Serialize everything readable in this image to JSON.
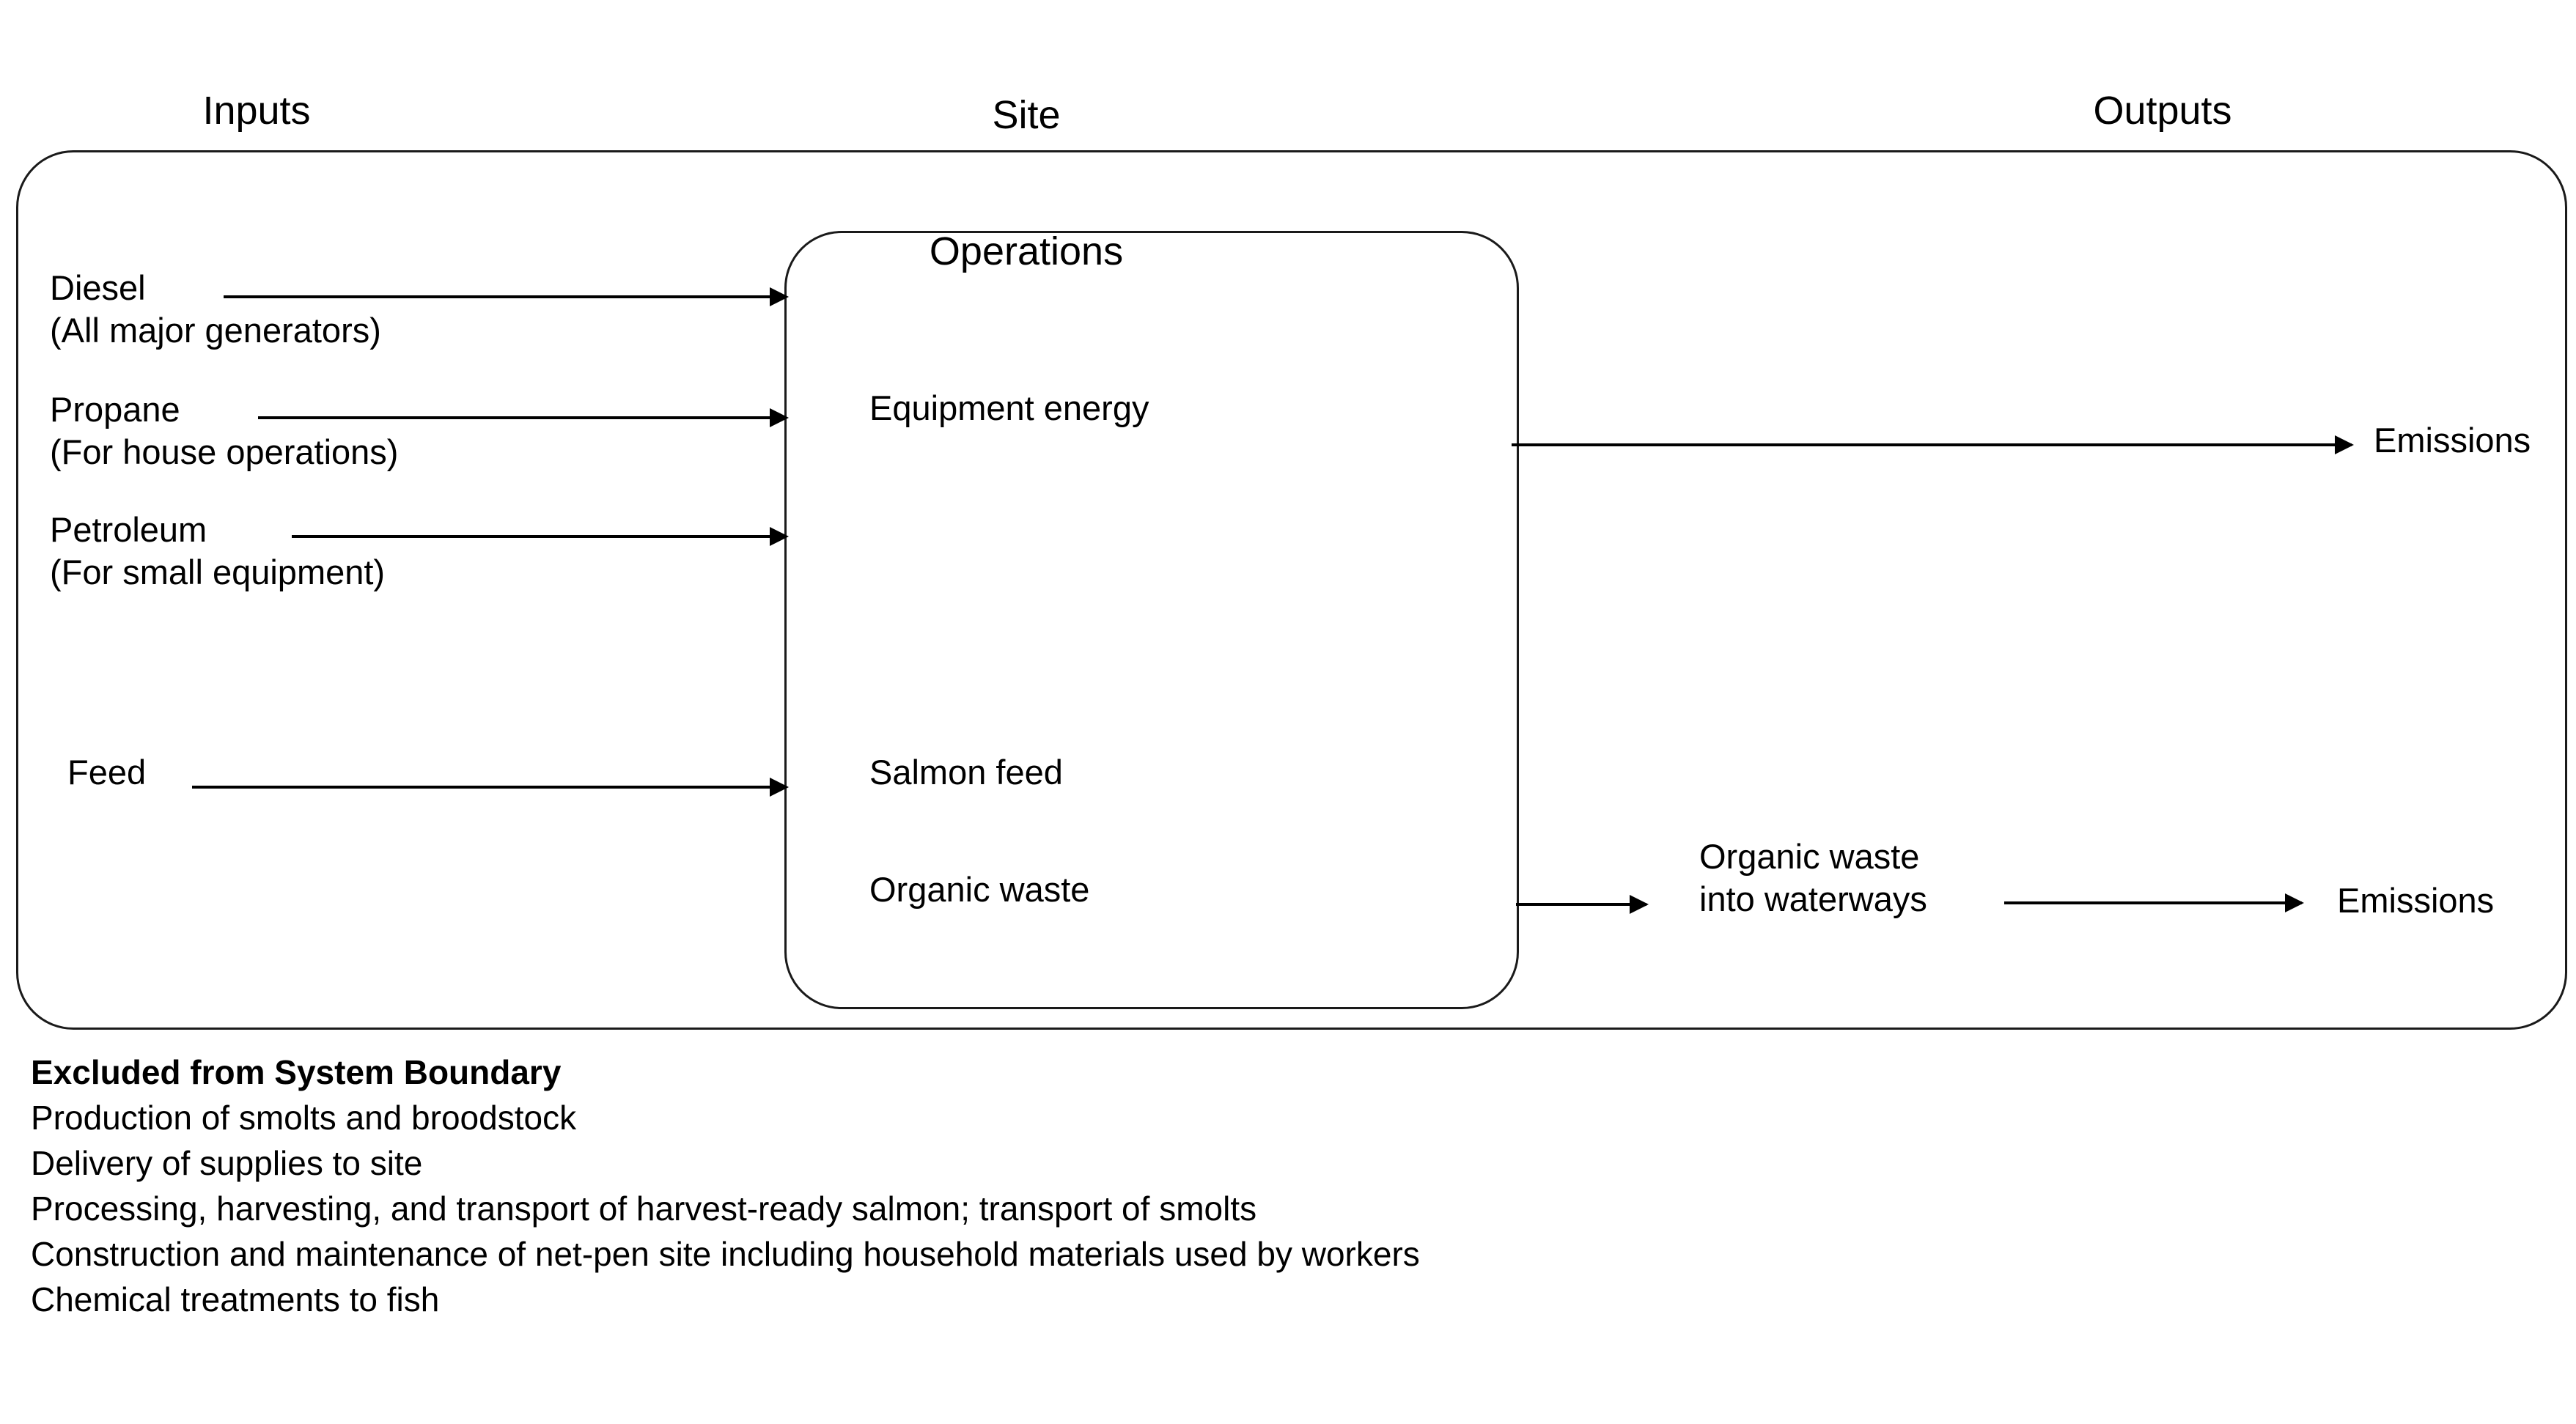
{
  "headers": {
    "inputs": "Inputs",
    "site_line1": "Site",
    "site_line2": "Operations",
    "outputs": "Outputs"
  },
  "inputs": {
    "diesel": "Diesel",
    "diesel_note": "(All major generators)",
    "propane": "Propane",
    "propane_note": "(For house operations)",
    "petroleum": "Petroleum",
    "petroleum_note": "(For small equipment)",
    "feed": "Feed"
  },
  "site_operations": {
    "equipment_energy": "Equipment energy",
    "salmon_feed": "Salmon feed",
    "organic_waste": "Organic waste"
  },
  "outputs": {
    "emissions_top": "Emissions",
    "organic_waste_waterways_line1": "Organic waste",
    "organic_waste_waterways_line2": "into waterways",
    "emissions_bottom": "Emissions"
  },
  "excluded": {
    "title": "Excluded from System Boundary",
    "items": [
      "Production of smolts and broodstock",
      "Delivery of supplies to site",
      "Processing, harvesting, and transport of harvest-ready salmon; transport of smolts",
      "Construction and maintenance of net-pen site including household materials used by workers",
      "Chemical treatments to fish"
    ]
  },
  "colors": {
    "stroke": "#1a1a1a",
    "text": "#000000",
    "background": "#ffffff"
  }
}
